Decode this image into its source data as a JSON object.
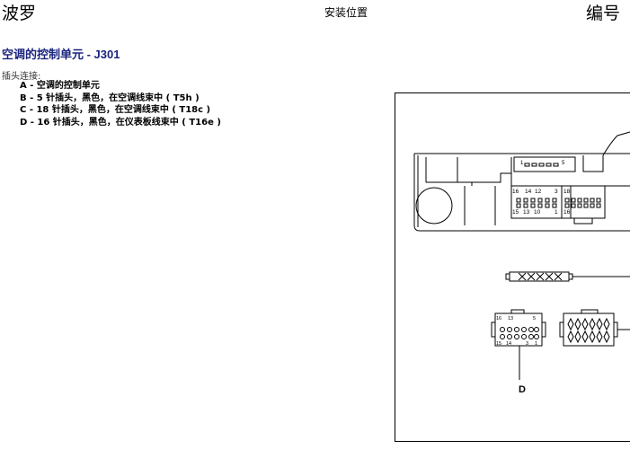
{
  "header": {
    "left_title": "波罗",
    "center_title": "安装位置",
    "right_title": "编号"
  },
  "section": {
    "title": "空调的控制单元 - J301",
    "connectors_label": "插头连接:",
    "connectors": [
      "A - 空调的控制单元",
      "B - 5 针插头，黑色，在空调线束中 ( T5h )",
      "C - 18 针插头，黑色，在空调线束中 ( T18c )",
      "D - 16 针插头，黑色，在仪表板线束中 ( T16e )"
    ]
  },
  "figure": {
    "pin_labels_top_connector": [
      "1",
      "5"
    ],
    "pin_labels_d_upper": [
      "16",
      "14",
      "12",
      "3"
    ],
    "pin_labels_d_lower": [
      "15",
      "13",
      "10",
      "1"
    ],
    "pin_labels_c_upper": [
      "18"
    ],
    "pin_labels_c_lower": [
      "16"
    ],
    "pin_labels_d_detail_upper": [
      "16",
      "13",
      "5"
    ],
    "pin_labels_d_detail_lower": [
      "15",
      "14",
      "3",
      "1"
    ],
    "callout_d": "D"
  }
}
